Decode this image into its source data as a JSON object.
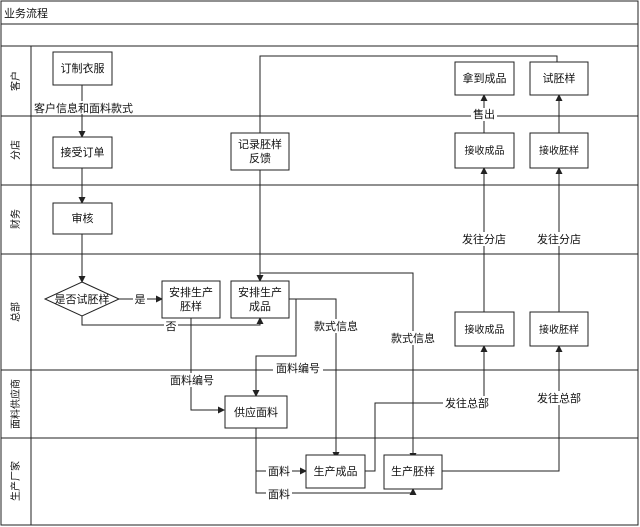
{
  "title": "业务流程",
  "lanes": [
    "客户",
    "分店",
    "财务",
    "总部",
    "面料供应商",
    "生产厂家"
  ],
  "nodes": {
    "order_clothes": "订制衣服",
    "get_product": "拿到成品",
    "try_sample": "试胚样",
    "accept_order": "接受订单",
    "record_feedback": "记录胚样\n反馈",
    "store_receive_product": "接收成品",
    "store_receive_sample": "接收胚样",
    "audit": "审核",
    "decision": "是否试胚样",
    "arrange_sample": "安排生产\n胚样",
    "arrange_product": "安排生产\n成品",
    "hq_receive_product": "接收成品",
    "hq_receive_sample": "接收胚样",
    "supply_fabric": "供应面料",
    "produce_product": "生产成品",
    "produce_sample": "生产胚样"
  },
  "edge_labels": {
    "customer_info": "客户信息和面料款式",
    "sold": "售出",
    "yes": "是",
    "no": "否",
    "to_store_1": "发往分店",
    "to_store_2": "发往分店",
    "style_info_1": "款式信息",
    "style_info_2": "款式信息",
    "fabric_no_1": "面料编号",
    "fabric_no_2": "面料编号",
    "to_hq_1": "发往总部",
    "to_hq_2": "发往总部",
    "fabric_1": "面料",
    "fabric_2": "面料"
  }
}
